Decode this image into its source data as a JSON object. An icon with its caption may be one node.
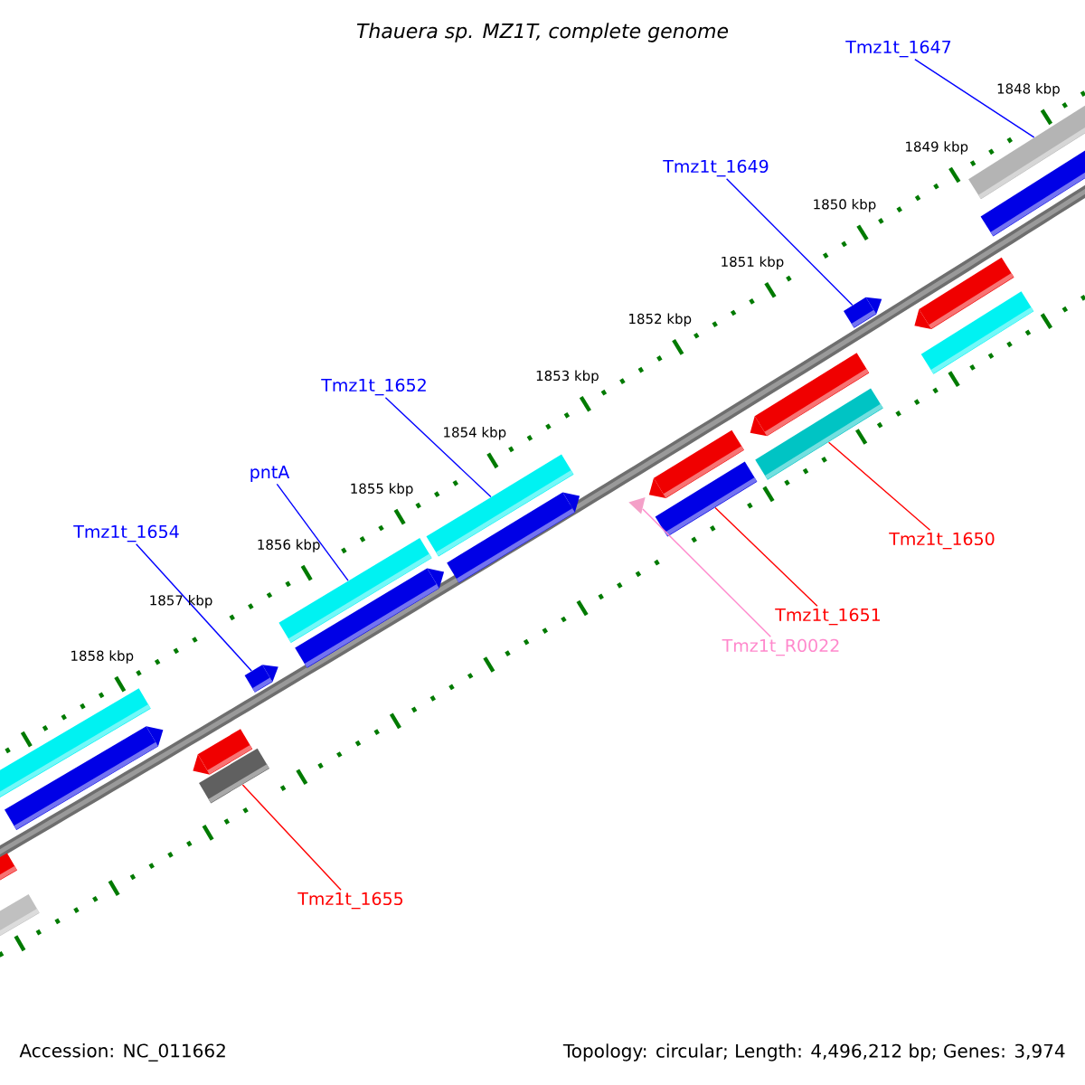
{
  "diagram": {
    "title": "Thauera sp. MZ1T, complete genome",
    "nodes": [
      {
        "text": [
          "Tmz1t_1647"
        ]
      },
      {
        "text": [],
        "shape": "bar"
      },
      {
        "text": [
          "Tmz1t_1649"
        ]
      },
      {
        "text": [],
        "shape": "bar"
      },
      {
        "text": [
          "Tmz1t_1652"
        ]
      },
      {
        "text": [],
        "shape": "bar"
      },
      {
        "text": [
          "pntA"
        ]
      },
      {
        "text": [],
        "shape": "bar"
      },
      {
        "text": [
          "Tmz1t_1654"
        ]
      },
      {
        "text": [],
        "shape": "bar"
      },
      {
        "text": [
          "Tmz1t_1650"
        ]
      },
      {
        "text": [],
        "shape": "bar"
      },
      {
        "text": [
          "Tmz1t_1651"
        ]
      },
      {
        "text": [],
        "shape": "bar"
      },
      {
        "text": [
          "Tmz1t_R0022"
        ]
      },
      {
        "text": [],
        "shape": "triangle"
      },
      {
        "text": [
          "Tmz1t_1655"
        ]
      },
      {
        "text": [],
        "shape": "bar"
      },
      {
        "text": [],
        "shape": "bar"
      },
      {
        "text": [],
        "shape": "bar"
      },
      {
        "text": [],
        "shape": "bar"
      },
      {
        "text": [],
        "shape": "bar"
      },
      {
        "text": [],
        "shape": "bar"
      },
      {
        "text": [],
        "shape": "bar"
      },
      {
        "text": [],
        "shape": "bar"
      },
      {
        "text": [],
        "shape": "bar"
      },
      {
        "text": [],
        "shape": "bar"
      },
      {
        "text": [],
        "shape": "bar"
      },
      {
        "text": [],
        "shape": "bar"
      },
      {
        "text": [],
        "shape": "bar"
      }
    ],
    "edges": [
      {
        "from": 0,
        "to": 1,
        "arrow": "none"
      },
      {
        "from": 2,
        "to": 3,
        "arrow": "none"
      },
      {
        "from": 4,
        "to": 5,
        "arrow": "none"
      },
      {
        "from": 6,
        "to": 7,
        "arrow": "none"
      },
      {
        "from": 8,
        "to": 9,
        "arrow": "none"
      },
      {
        "from": 10,
        "to": 11,
        "arrow": "none",
        "color": "#ff0000"
      },
      {
        "from": 12,
        "to": 13,
        "arrow": "none",
        "color": "#ff0000"
      },
      {
        "from": 14,
        "to": 15,
        "arrow": "none",
        "color": "#ff88cc"
      },
      {
        "from": 16,
        "to": 17,
        "arrow": "none",
        "color": "#ff0000"
      }
    ],
    "labels": [
      "1848 kbp",
      "1849 kbp",
      "1850 kbp",
      "1851 kbp",
      "1852 kbp",
      "1853 kbp",
      "1854 kbp",
      "1855 kbp",
      "1856 kbp",
      "1857 kbp",
      "1858 kbp",
      "Accession: NC_011662",
      "Topology: circular; Length: 4,496,212 bp; Genes: 3,974"
    ]
  }
}
